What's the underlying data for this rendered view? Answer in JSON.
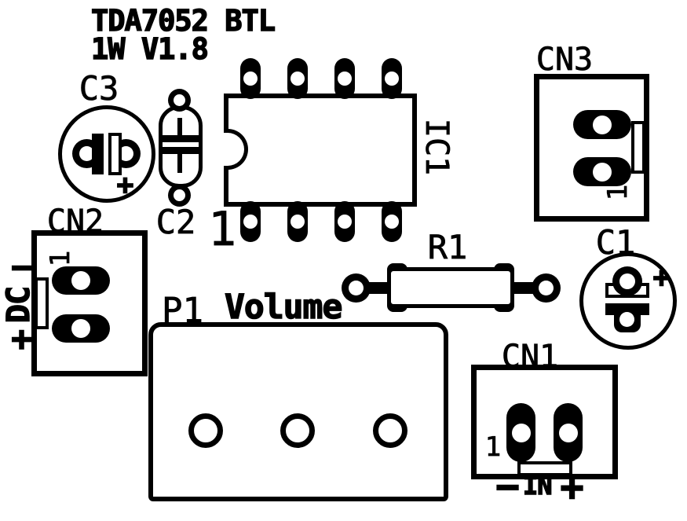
{
  "title": {
    "line1": "TDA7052 BTL",
    "line2": "1W V1.8"
  },
  "colors": {
    "ink": "#000000",
    "paper": "#ffffff"
  },
  "components": {
    "c3": {
      "ref": "C3",
      "plus": "+"
    },
    "c2": {
      "ref": "C2"
    },
    "ic1": {
      "ref": "IC1",
      "pin1": "1"
    },
    "cn3": {
      "ref": "CN3",
      "pin1": "1"
    },
    "cn2": {
      "ref": "CN2",
      "pin1": "1",
      "minus": "−",
      "rail": "DC",
      "plus": "+"
    },
    "r1": {
      "ref": "R1"
    },
    "c1": {
      "ref": "C1",
      "plus": "+"
    },
    "p1": {
      "ref": "P1",
      "function": "Volume"
    },
    "cn1": {
      "ref": "CN1",
      "pin1": "1",
      "minus": "−",
      "input": "IN",
      "plus": "+"
    }
  }
}
